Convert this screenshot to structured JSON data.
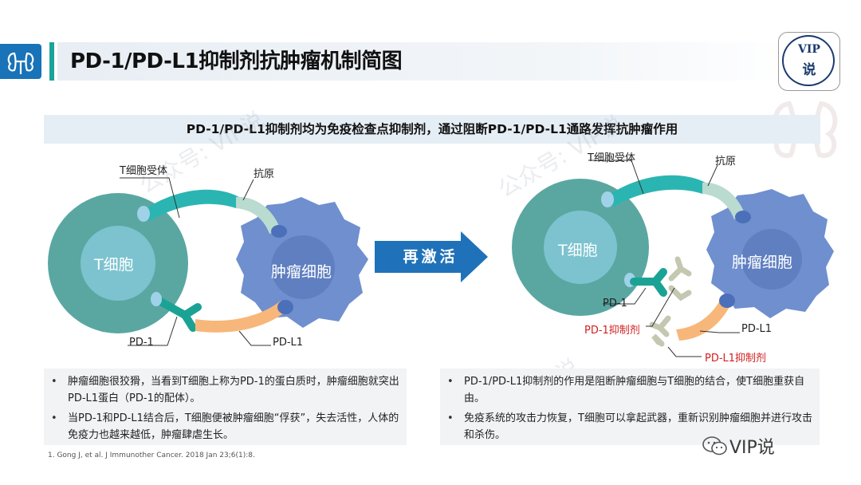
{
  "header": {
    "title": "PD-1/PD-L1抑制剂抗肿瘤机制简图",
    "badge_line1": "VIP",
    "badge_line2": "说"
  },
  "subtitle": "PD-1/PD-L1抑制剂均为免疫检查点抑制剂，通过阻断PD-1/PD-L1通路发挥抗肿瘤作用",
  "left_diagram": {
    "t_cell": "T细胞",
    "tumor_cell": "肿瘤细胞",
    "tcr": "T细胞受体",
    "antigen": "抗原",
    "pd1": "PD-1",
    "pdl1": "PD-L1"
  },
  "arrow_label": "再激活",
  "right_diagram": {
    "t_cell": "T细胞",
    "tumor_cell": "肿瘤细胞",
    "tcr": "T细胞受体",
    "antigen": "抗原",
    "pd1": "PD-1",
    "pdl1": "PD-L1",
    "pd1_inhibitor": "PD-1抑制剂",
    "pdl1_inhibitor": "PD-L1抑制剂"
  },
  "left_notes": [
    "肿瘤细胞很狡猾，当看到T细胞上称为PD-1的蛋白质时，肿瘤细胞就突出PD-L1蛋白（PD-1的配体）。",
    "当PD-1和PD-L1结合后，T细胞便被肿瘤细胞“俘获”，失去活性，人体的免疫力也越来越低，肿瘤肆虐生长。"
  ],
  "right_notes": [
    "PD-1/PD-L1抑制剂的作用是阻断肿瘤细胞与T细胞的结合，使T细胞重获自由。",
    "免疫系统的攻击力恢复，T细胞可以拿起武器，重新识别肿瘤细胞并进行攻击和杀伤。"
  ],
  "reference": "1. Gong J, et al.  J Immunother Cancer. 2018 Jan 23;6(1):8.",
  "watermark": "公众号: VIP说",
  "wechat_label": "VIP说",
  "colors": {
    "t_cell": "#5aa7a2",
    "t_cell_core": "#7cc3cf",
    "tumor": "#6f8fcf",
    "tcr": "#2bb5b2",
    "antigen": "#b9dbd0",
    "pd1": "#1aa394",
    "pdl1": "#f7b77a",
    "inhibitor": "#c5c8b1",
    "arrow": "#1f72b9",
    "accent": "#1aa39a"
  }
}
